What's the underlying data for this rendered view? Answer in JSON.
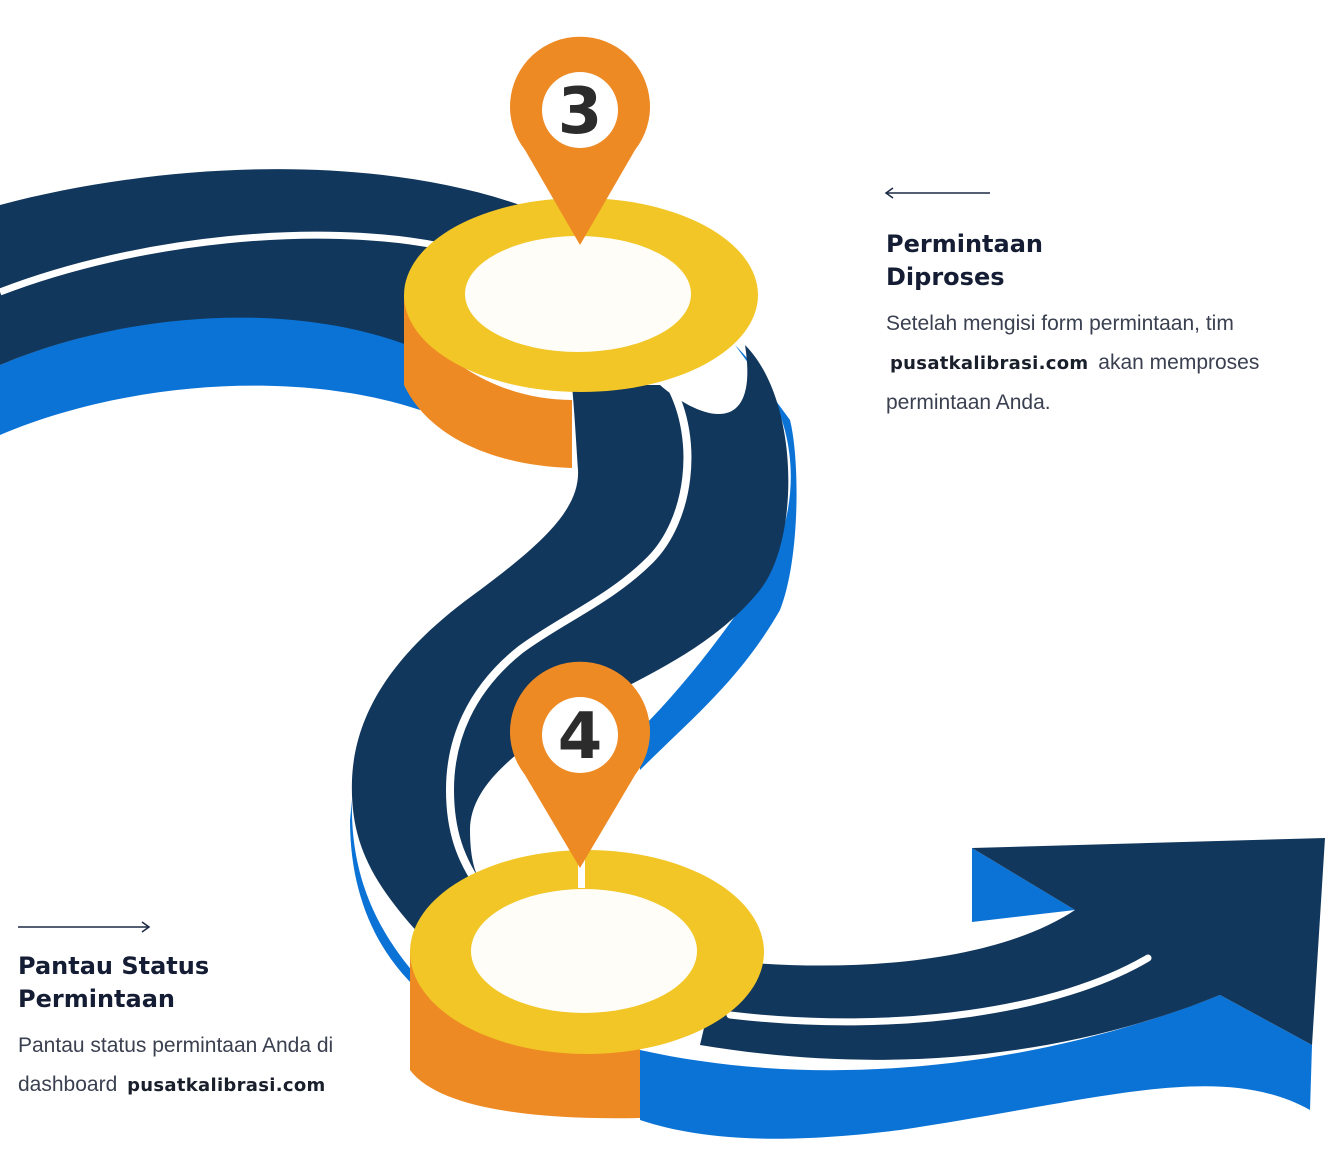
{
  "steps": [
    {
      "number": "3",
      "title_line1": "Permintaan",
      "title_line2": "Diproses",
      "desc_before": "Setelah mengisi form permintaan, tim",
      "brand": "pusatkalibrasi.com",
      "desc_after": "akan memproses permintaan Anda."
    },
    {
      "number": "4",
      "title_line1": "Pantau Status",
      "title_line2": "Permintaan",
      "desc_before": "Pantau status permintaan Anda di dashboard",
      "brand": "pusatkalibrasi.com",
      "desc_after": ""
    }
  ],
  "colors": {
    "road_dark": "#12375c",
    "road_blue": "#0b73d6",
    "ring_yellow": "#f2c627",
    "ring_orange": "#ee8a24",
    "pin_orange": "#ee8a24",
    "text_dark": "#141d33"
  },
  "icons": {
    "pin": "map-pin-icon",
    "arrow_left": "arrow-left-icon",
    "arrow_right": "arrow-right-icon",
    "road_arrow": "road-arrowhead-icon"
  }
}
